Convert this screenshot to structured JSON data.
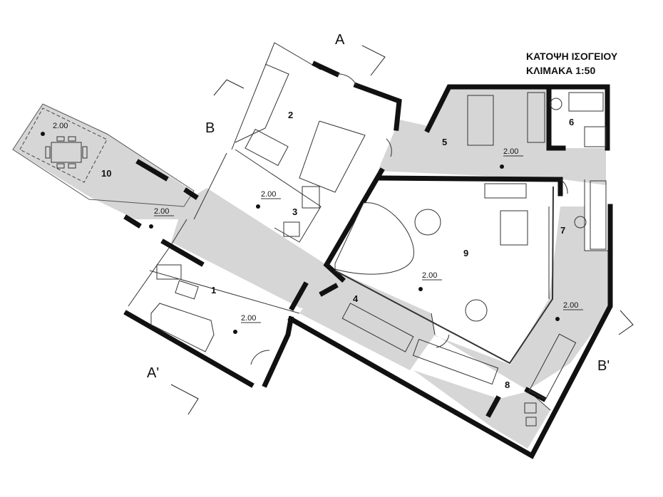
{
  "title": {
    "line1": "ΚΑΤΟΨΗ ΙΣΟΓΕΙΟΥ",
    "line2": "ΚΛΙΜΑΚΑ 1:50"
  },
  "rooms": [
    {
      "id": "1",
      "label": "1"
    },
    {
      "id": "2",
      "label": "2"
    },
    {
      "id": "3",
      "label": "3"
    },
    {
      "id": "4",
      "label": "4"
    },
    {
      "id": "5",
      "label": "5"
    },
    {
      "id": "6",
      "label": "6"
    },
    {
      "id": "7",
      "label": "7"
    },
    {
      "id": "8",
      "label": "8"
    },
    {
      "id": "9",
      "label": "9"
    },
    {
      "id": "10",
      "label": "10"
    }
  ],
  "levels": [
    "2.00",
    "2.00",
    "2.00",
    "2.00",
    "2.00",
    "2.00",
    "2.00"
  ],
  "sections": {
    "a": "A",
    "a_prime": "A'",
    "b": "B",
    "b_prime": "B'"
  },
  "colors": {
    "wall": "#111111",
    "floor_gray": "#d6d6d6",
    "line": "#333333"
  }
}
